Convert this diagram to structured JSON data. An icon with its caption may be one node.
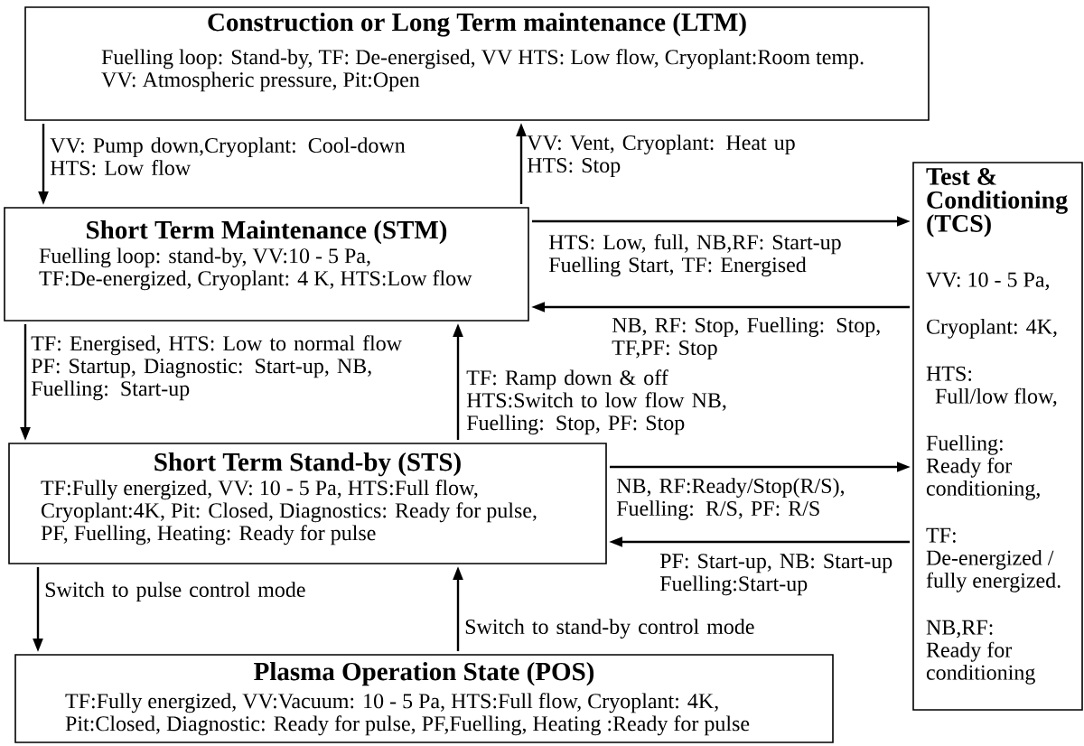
{
  "diagram": {
    "nodes": [
      {
        "text": [
          "Construction or Long Term maintenance (LTM)",
          "Fuelling loop: Stand-by, TF: De-energised,  VV HTS: Low flow, Cryoplant:Room temp.",
          "VV: Atmospheric pressure,  Pit:Open"
        ]
      },
      {
        "text": [
          "Short Term Maintenance (STM)",
          "Fuelling loop: stand-by,  VV:10 - 5 Pa,",
          "TF:De-energized, Cryoplant: 4 K, HTS:Low flow"
        ]
      },
      {
        "text": [
          "Test & Conditioning (TCS)",
          "VV: 10 - 5 Pa,",
          "Cryoplant: 4K,",
          "HTS:",
          "Full/low flow,",
          "Fuelling:",
          "Ready for",
          "conditioning,",
          "TF:",
          "De-energized /",
          "fully energized.",
          "NB,RF:",
          "Ready for",
          "conditioning"
        ]
      },
      {
        "text": [
          "Short Term Stand-by (STS)",
          "TF:Fully energized,  VV: 10 - 5 Pa, HTS:Full flow,",
          "Cryoplant:4K,  Pit: Closed, Diagnostics: Ready for pulse,",
          "PF, Fuelling, Heating: Ready for pulse"
        ]
      },
      {
        "text": [
          "Plasma Operation State (POS)",
          "TF:Fully energized,  VV:Vacuum: 10 - 5 Pa,  HTS:Full flow, Cryoplant: 4K,",
          "Pit:Closed,  Diagnostic: Ready for pulse,   PF,Fuelling, Heating :Ready for pulse"
        ]
      }
    ],
    "edges": [
      {
        "from": 0,
        "to": 1,
        "arrow": "to",
        "label": "VV: Pump down,Cryoplant: Cool-down HTS: Low flow"
      },
      {
        "from": 1,
        "to": 0,
        "arrow": "to",
        "label": "VV: Vent, Cryoplant: Heat up HTS: Stop"
      },
      {
        "from": 1,
        "to": 2,
        "arrow": "to",
        "label": "HTS: Low, full, NB,RF: Start-up Fuelling Start, TF: Energised"
      },
      {
        "from": 2,
        "to": 1,
        "arrow": "to",
        "label": "NB, RF: Stop,  Fuelling: Stop, TF,PF: Stop"
      },
      {
        "from": 1,
        "to": 3,
        "arrow": "to",
        "label": "TF: Energised, HTS: Low to normal flow PF: Startup, Diagnostic: Start-up, NB, Fuelling: Start-up"
      },
      {
        "from": 3,
        "to": 1,
        "arrow": "to",
        "label": "TF: Ramp down & off HTS:Switch to low flow NB, Fuelling: Stop, PF: Stop"
      },
      {
        "from": 3,
        "to": 2,
        "arrow": "to",
        "label": "NB, RF:Ready/Stop(R/S), Fuelling: R/S, PF: R/S"
      },
      {
        "from": 2,
        "to": 3,
        "arrow": "to",
        "label": "PF: Start-up, NB: Start-up Fuelling:Start-up"
      },
      {
        "from": 3,
        "to": 4,
        "arrow": "to",
        "label": "Switch to pulse control mode"
      },
      {
        "from": 4,
        "to": 3,
        "arrow": "to",
        "label": "Switch to stand-by control mode"
      }
    ]
  }
}
